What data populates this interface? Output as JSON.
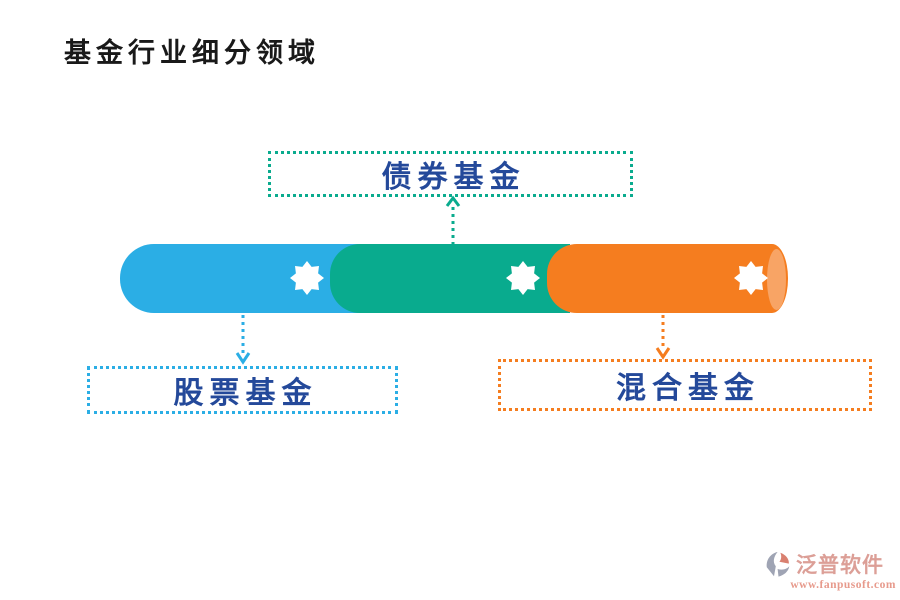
{
  "page": {
    "title": "基金行业细分领域",
    "background_color": "#FFFFFF",
    "title_color": "#191919"
  },
  "diagram": {
    "boxes": [
      {
        "id": "bond",
        "label": "债券基金",
        "accent_color": "#0AAB8E",
        "position": "top",
        "arrow": {
          "direction": "up",
          "color": "#0AAB8E"
        }
      },
      {
        "id": "stock",
        "label": "股票基金",
        "accent_color": "#2BAEE5",
        "position": "bottom-left",
        "arrow": {
          "direction": "down",
          "color": "#2BAEE5"
        }
      },
      {
        "id": "mixed",
        "label": "混合基金",
        "accent_color": "#F57D1F",
        "position": "bottom-right",
        "arrow": {
          "direction": "down",
          "color": "#F57D1F"
        }
      }
    ],
    "cylinder": {
      "segments": [
        {
          "id": "stock",
          "color": "#2BAEE5",
          "badge_icon": "eight-point-star"
        },
        {
          "id": "bond",
          "color": "#09AB8E",
          "badge_icon": "eight-point-star"
        },
        {
          "id": "mixed",
          "color": "#F57D1F",
          "badge_icon": "eight-point-star",
          "end_cap_color": "#F8A465"
        }
      ],
      "badge_color": "#FFFFFF"
    },
    "label_text_color": "#24499A"
  },
  "watermark": {
    "brand": "泛普软件",
    "url": "www.fanpusoft.com",
    "brand_color": "#DC9F97",
    "url_color": "#E79A8C",
    "logo_gray": "#9FA4B4",
    "logo_salmon": "#D98070"
  }
}
